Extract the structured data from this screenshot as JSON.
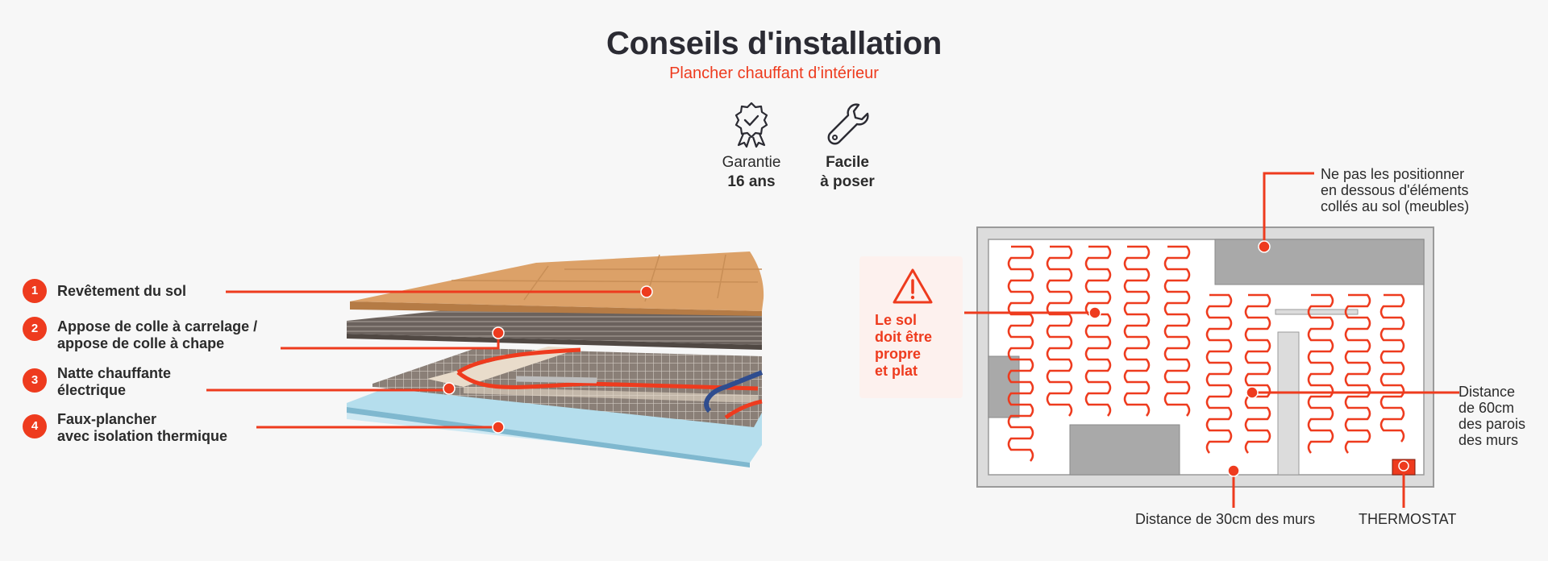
{
  "header": {
    "title": "Conseils d'installation",
    "subtitle": "Plancher chauffant d’intérieur"
  },
  "features": [
    {
      "icon": "award-badge-icon",
      "line1": "Garantie",
      "line2": "16 ans"
    },
    {
      "icon": "wrench-icon",
      "line1": "Facile",
      "line2": "à poser"
    }
  ],
  "layers": [
    {
      "number": "1",
      "label": "Revêtement du sol"
    },
    {
      "number": "2",
      "label": "Appose de colle à carrelage /\nappose de colle à chape"
    },
    {
      "number": "3",
      "label": "Natte chauffante\nélectrique"
    },
    {
      "number": "4",
      "label": "Faux-plancher\navec isolation thermique"
    }
  ],
  "room_plan": {
    "warning_icon": "warning-triangle-icon",
    "warning_text": "Le sol\ndoit être\npropre\net plat",
    "note_furniture": "Ne pas les positionner\nen dessous d'éléments\ncollés au sol (meubles)",
    "note_60cm": "Distance\nde 60cm\ndes parois\ndes murs",
    "note_30cm": "Distance de 30cm des murs",
    "note_thermostat": "THERMOSTAT"
  },
  "colors": {
    "accent": "#ee3b1e",
    "heading": "#2b2b33",
    "tile": "#dca168",
    "grey_block": "#a9a9a9",
    "insulation": "#a9d8ea"
  }
}
